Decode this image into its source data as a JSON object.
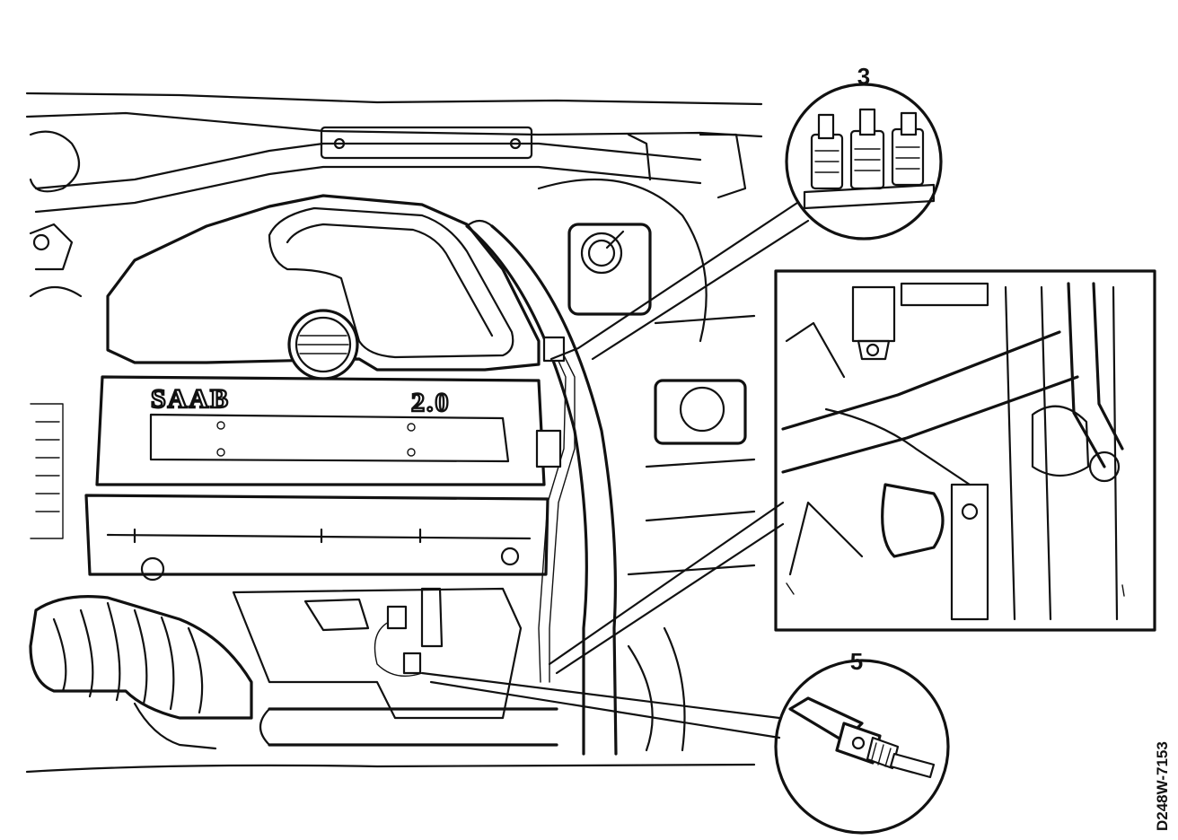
{
  "engine": {
    "brand_logo": "SAAB",
    "displacement_badge": "2.0"
  },
  "callouts": {
    "relay_detail_label": "3",
    "sensor_detail_label": "5"
  },
  "figure_code": "D248W-7153"
}
